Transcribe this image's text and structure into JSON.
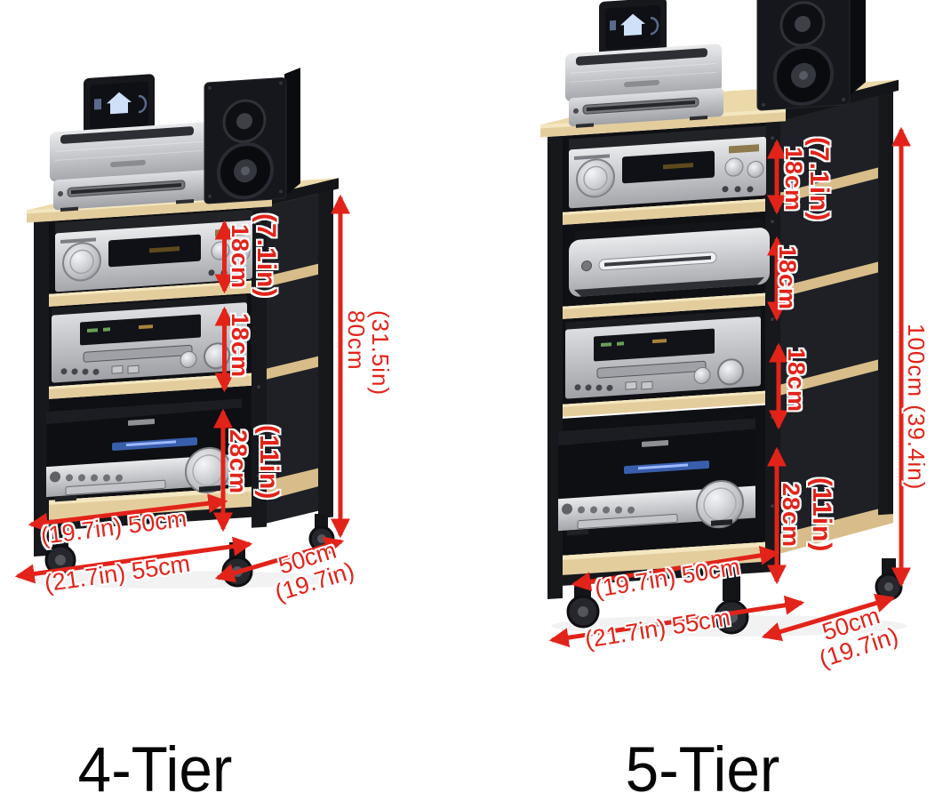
{
  "image_type": "product-dimension-diagram",
  "colors": {
    "background": "#ffffff",
    "dimension_red": "#e2231a",
    "wood_shelf": "#e4cd9c",
    "frame_black": "#17181c",
    "equipment_silver": "#cfd1d5",
    "label_black": "#060606"
  },
  "racks": [
    {
      "id": "rack-4-tier",
      "label": "4-Tier",
      "dimensions": {
        "tier_gaps": [
          {
            "cm": "18cm",
            "inch": "(7.1in)"
          },
          {
            "cm": "18cm"
          },
          {
            "cm": "28cm",
            "inch": "(11in)"
          }
        ],
        "total_height": {
          "line1": "(31.5in)",
          "line2": "80cm"
        },
        "shelf_width": "(19.7in) 50cm",
        "overall_width": "(21.7in) 55cm",
        "depth": {
          "line1": "50cm",
          "line2": "(19.7in)"
        }
      }
    },
    {
      "id": "rack-5-tier",
      "label": "5-Tier",
      "dimensions": {
        "tier_gaps": [
          {
            "cm": "18cm",
            "inch": "(7.1in)"
          },
          {
            "cm": "18cm"
          },
          {
            "cm": "18cm"
          },
          {
            "cm": "28cm",
            "inch": "(11in)"
          }
        ],
        "total_height": "100cm (39.4in)",
        "shelf_width": "(19.7in) 50cm",
        "overall_width": "(21.7in) 55cm",
        "depth": {
          "line1": "50cm",
          "line2": "(19.7in)"
        }
      }
    }
  ]
}
